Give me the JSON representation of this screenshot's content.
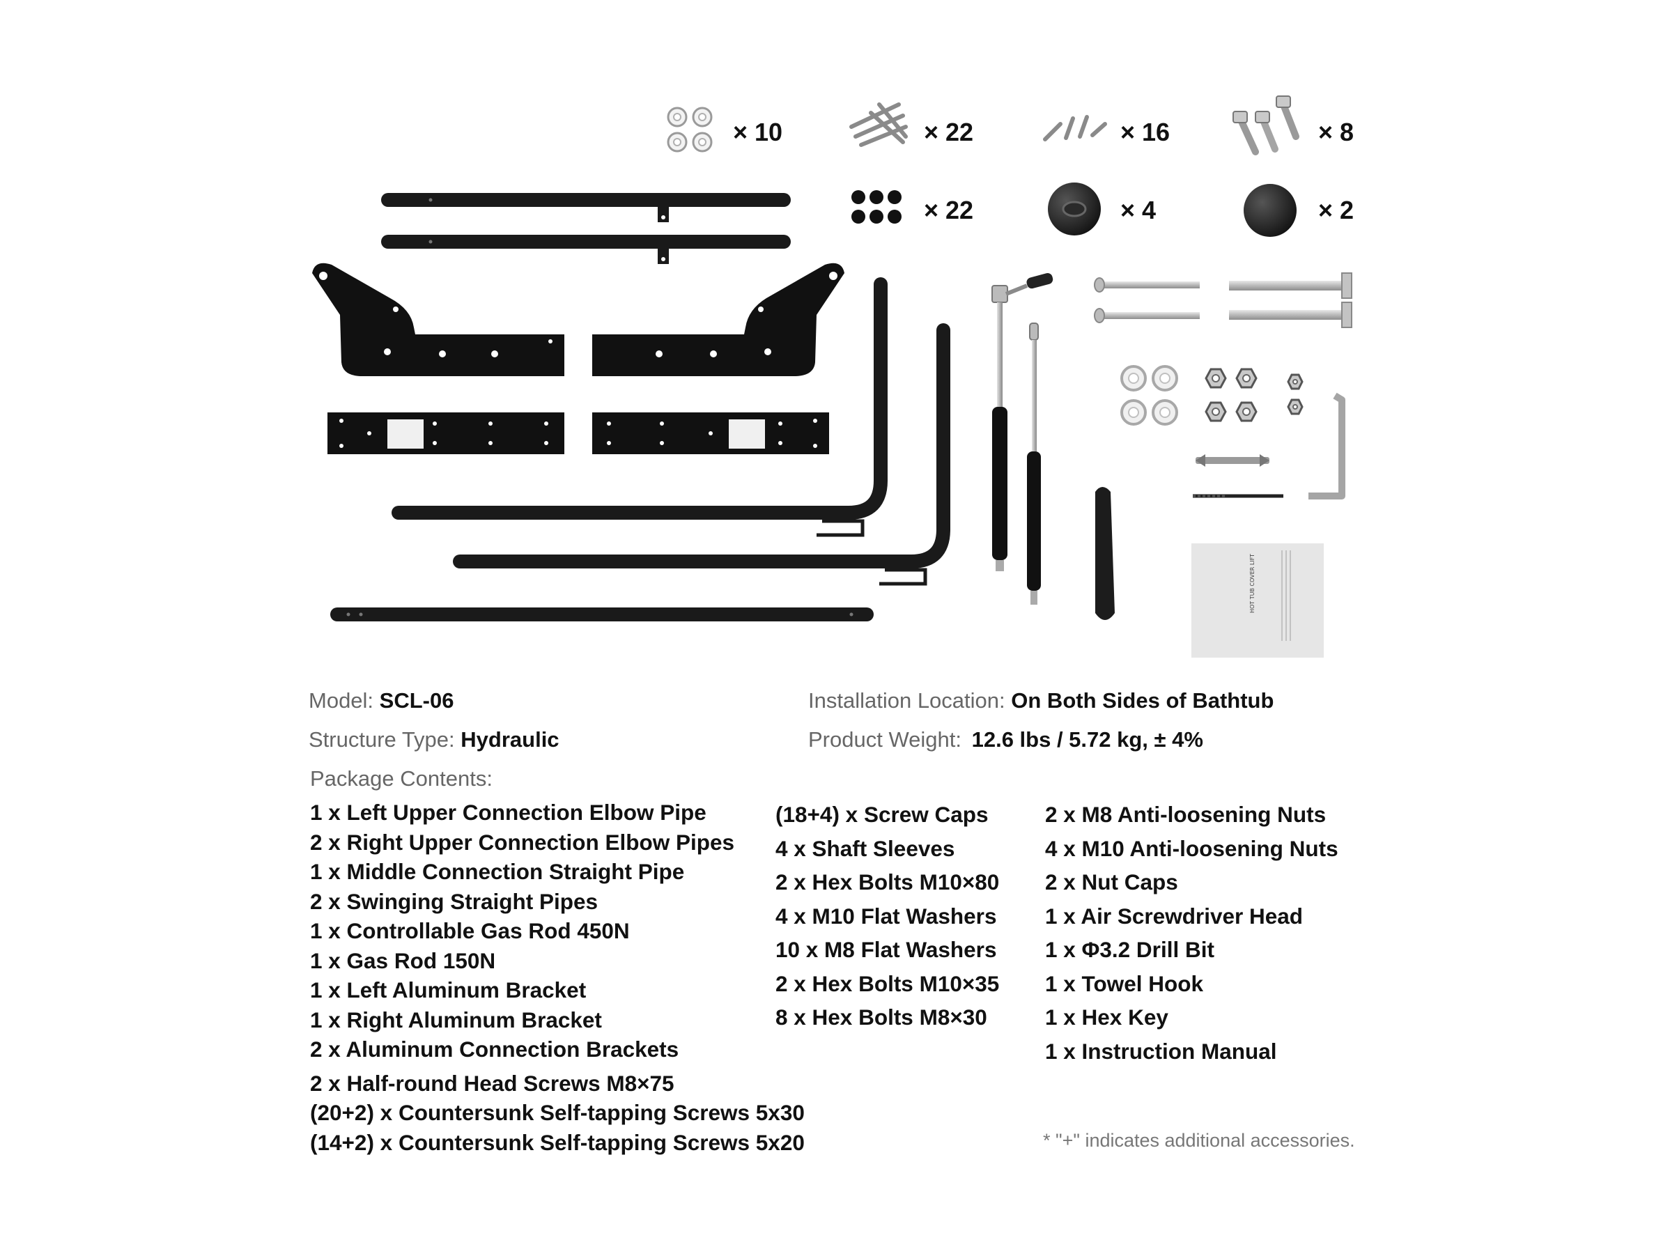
{
  "hardware_counts": {
    "washers_small": "× 10",
    "screws_long": "× 22",
    "screws_short": "× 16",
    "hex_bolts": "× 8",
    "screw_caps": "× 22",
    "shaft_sleeves": "× 4",
    "nut_caps": "× 2"
  },
  "manual_cover_text": "HOT TUB COVER LIFT",
  "specs": {
    "model_label": "Model:",
    "model_value": "SCL-06",
    "location_label": "Installation Location:",
    "location_value": "On Both Sides of Bathtub",
    "structure_label": "Structure Type:",
    "structure_value": "Hydraulic",
    "weight_label": "Product Weight:",
    "weight_value": "12.6 lbs / 5.72 kg, ± 4%"
  },
  "package": {
    "heading": "Package Contents:",
    "col1": [
      "1 x Left Upper Connection Elbow Pipe",
      "2 x Right Upper Connection Elbow Pipes",
      "1 x Middle Connection Straight Pipe",
      "2 x Swinging Straight Pipes",
      "1 x Controllable Gas Rod 450N",
      "1 x Gas Rod 150N",
      "1 x Left Aluminum Bracket",
      "1 x Right Aluminum Bracket",
      "2 x Aluminum Connection Brackets",
      "2 x Half-round Head Screws M8×75",
      "(20+2) x Countersunk Self-tapping Screws 5x30",
      "(14+2) x Countersunk Self-tapping Screws 5x20"
    ],
    "col2": [
      "(18+4) x Screw Caps",
      "4 x Shaft Sleeves",
      "2 x Hex Bolts M10×80",
      "4 x M10 Flat Washers",
      "10 x M8 Flat Washers",
      "2 x Hex Bolts M10×35",
      "8 x Hex Bolts M8×30"
    ],
    "col3": [
      "2 x M8 Anti-loosening Nuts",
      "4 x M10 Anti-loosening Nuts",
      "2 x Nut Caps",
      "1 x Air Screwdriver Head",
      "1 x Φ3.2 Drill Bit",
      "1 x Towel Hook",
      "1 x Hex Key",
      "1 x Instruction Manual"
    ]
  },
  "footnote": "* \"+\" indicates additional accessories."
}
